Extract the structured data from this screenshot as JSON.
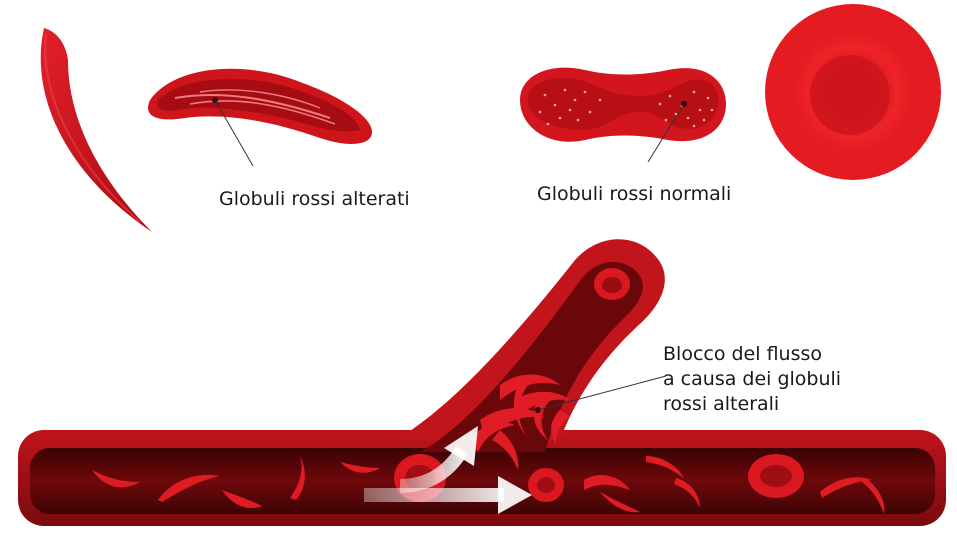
{
  "labels": {
    "altered_cells": "Globuli rossi alterati",
    "normal_cells": "Globuli rossi normali",
    "blockage": [
      "Blocco del flusso",
      "a causa dei globuli",
      "rossi alterali"
    ]
  },
  "colors": {
    "blood_red": "#d4141c",
    "dark_red": "#8e0a0e",
    "vessel_wall": "#b3121a",
    "vessel_inside": "#5a0608",
    "arrow": "#e8e8e8"
  }
}
